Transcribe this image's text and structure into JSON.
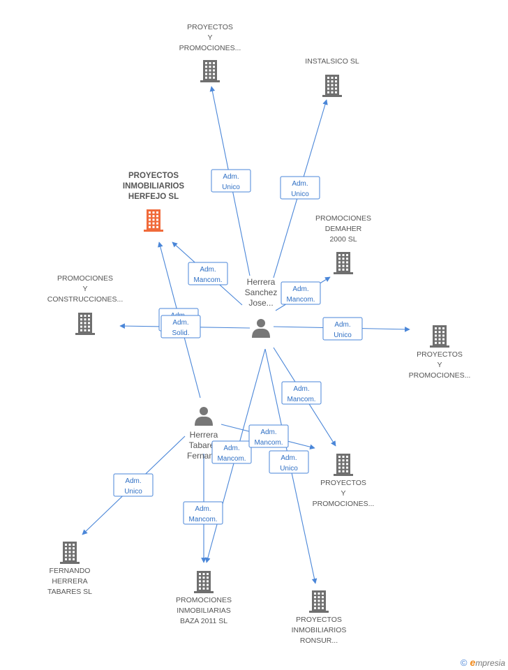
{
  "colors": {
    "edge": "#4a86d8",
    "building": "#6f6f6f",
    "highlight": "#f06a3a",
    "person": "#777777"
  },
  "nodes": [
    {
      "id": "p1",
      "kind": "building",
      "label": [
        "PROYECTOS",
        "Y",
        "PROMOCIONES..."
      ]
    },
    {
      "id": "instalsico",
      "kind": "building",
      "label": [
        "INSTALSICO SL"
      ]
    },
    {
      "id": "herfejo",
      "kind": "building-main",
      "label": [
        "PROYECTOS",
        "INMOBILIARIOS",
        "HERFEJO SL"
      ]
    },
    {
      "id": "demaher",
      "kind": "building",
      "label": [
        "PROMOCIONES",
        "DEMAHER",
        "2000 SL"
      ]
    },
    {
      "id": "pyc",
      "kind": "building",
      "label": [
        "PROMOCIONES",
        "Y",
        "CONSTRUCCIONES..."
      ]
    },
    {
      "id": "p2",
      "kind": "building",
      "label": [
        "PROYECTOS",
        "Y",
        "PROMOCIONES..."
      ]
    },
    {
      "id": "p3",
      "kind": "building",
      "label": [
        "PROYECTOS",
        "Y",
        "PROMOCIONES..."
      ]
    },
    {
      "id": "fht",
      "kind": "building",
      "label": [
        "FERNANDO",
        "HERRERA",
        "TABARES SL"
      ]
    },
    {
      "id": "baza",
      "kind": "building",
      "label": [
        "PROMOCIONES",
        "INMOBILIARIAS",
        "BAZA 2011 SL"
      ]
    },
    {
      "id": "ronsur",
      "kind": "building",
      "label": [
        "PROYECTOS",
        "INMOBILIARIOS",
        "RONSUR..."
      ]
    },
    {
      "id": "hsj",
      "kind": "person",
      "label": [
        "Herrera",
        "Sanchez",
        "Jose..."
      ]
    },
    {
      "id": "htf",
      "kind": "person",
      "label": [
        "Herrera",
        "Tabares",
        "Fernan..."
      ]
    }
  ],
  "edges": [
    {
      "from": "hsj",
      "to": "p1",
      "role": [
        "Adm.",
        "Unico"
      ]
    },
    {
      "from": "hsj",
      "to": "instalsico",
      "role": [
        "Adm.",
        "Unico"
      ]
    },
    {
      "from": "hsj",
      "to": "herfejo",
      "role": [
        "Adm.",
        "Mancom."
      ]
    },
    {
      "from": "hsj",
      "to": "demaher",
      "role": [
        "Adm.",
        "Mancom."
      ]
    },
    {
      "from": "hsj",
      "to": "pyc",
      "role": [
        "Adm.",
        "Mancom."
      ]
    },
    {
      "from": "hsj",
      "to": "p2",
      "role": [
        "Adm.",
        "Unico"
      ]
    },
    {
      "from": "hsj",
      "to": "p3",
      "role": [
        "Adm.",
        "Mancom."
      ]
    },
    {
      "from": "hsj",
      "to": "baza",
      "role": [
        "Adm.",
        "Mancom."
      ]
    },
    {
      "from": "hsj",
      "to": "ronsur",
      "role": [
        "Adm.",
        "Unico"
      ]
    },
    {
      "from": "htf",
      "to": "herfejo",
      "role": [
        "Adm.",
        "Solid."
      ]
    },
    {
      "from": "htf",
      "to": "fht",
      "role": [
        "Adm.",
        "Unico"
      ]
    },
    {
      "from": "htf",
      "to": "baza",
      "role": [
        "Adm.",
        "Mancom."
      ]
    },
    {
      "from": "htf",
      "to": "p3",
      "role": [
        "Adm.",
        "Mancom."
      ]
    }
  ],
  "credit": {
    "copyright": "©",
    "brand_first": "e",
    "brand_rest": "mpresia"
  }
}
